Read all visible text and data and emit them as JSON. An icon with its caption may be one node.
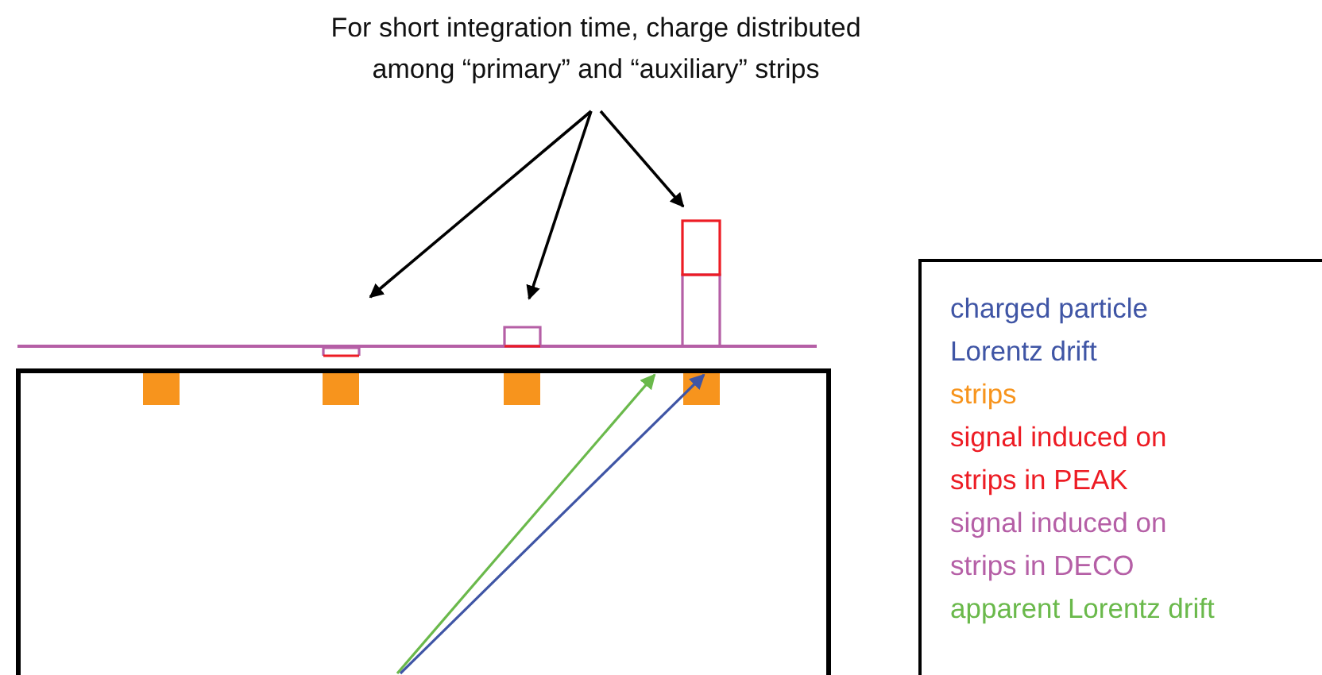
{
  "diagram": {
    "nodes": [
      {
        "text": [
          "For short integration time, charge distributed among “primary” and “auxiliary” strips"
        ]
      },
      {
        "text": [],
        "shape": "box"
      },
      {
        "text": [],
        "shape": "box"
      },
      {
        "text": [],
        "shape": "box"
      }
    ],
    "edges": [
      {
        "from": 0,
        "to": 1,
        "arrow": "to"
      },
      {
        "from": 0,
        "to": 2,
        "arrow": "to"
      },
      {
        "from": 0,
        "to": 3,
        "arrow": "to"
      }
    ],
    "legend": [
      {
        "text": "charged particle Lorentz drift",
        "color": "#3f55a5"
      },
      {
        "text": "strips",
        "color": "#f7941d"
      },
      {
        "text": "signal induced on strips in PEAK",
        "color": "#ed1c24"
      },
      {
        "text": "signal induced on strips in DECO",
        "color": "#b55fa6"
      },
      {
        "text": "apparent Lorentz drift",
        "color": "#6ab94b"
      }
    ]
  }
}
